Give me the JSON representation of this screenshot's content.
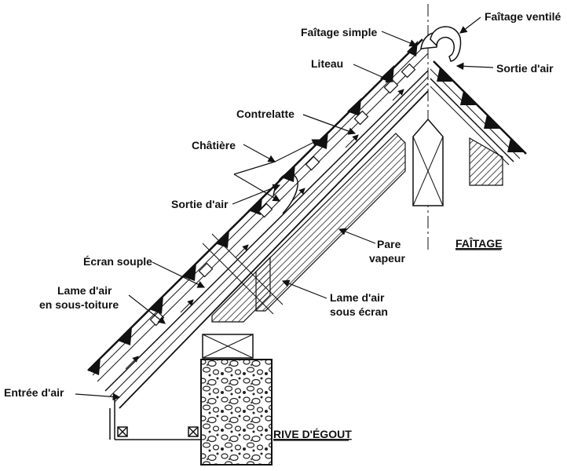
{
  "labels": {
    "faitage_simple": "Faîtage simple",
    "faitage_ventile": "Faîtage ventilé",
    "liteau": "Liteau",
    "sortie_air_top": "Sortie d'air",
    "contrelatte": "Contrelatte",
    "chatiere": "Châtière",
    "sortie_air_mid": "Sortie d'air",
    "pare_vapeur_1": "Pare",
    "pare_vapeur_2": "vapeur",
    "ecran_souple": "Écran souple",
    "lame_sous_toiture_1": "Lame d'air",
    "lame_sous_toiture_2": "en sous-toiture",
    "lame_sous_ecran_1": "Lame d'air",
    "lame_sous_ecran_2": "sous écran",
    "entree_air": "Entrée d'air"
  },
  "sections": {
    "faitage": "FAÎTAGE",
    "rive_egout": "RIVE D'ÉGOUT"
  }
}
